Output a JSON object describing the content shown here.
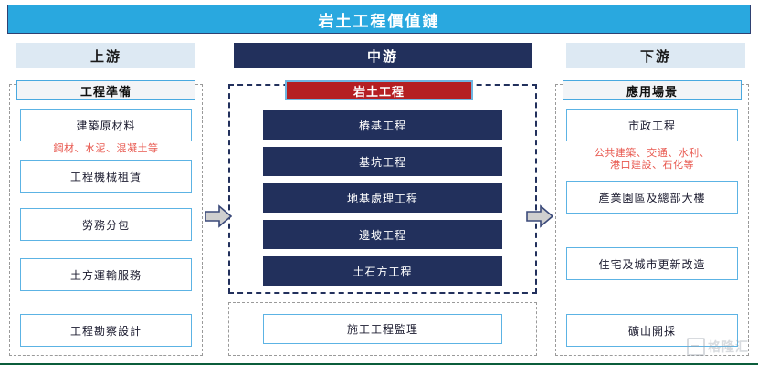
{
  "title": "岩土工程價值鏈",
  "stages": [
    {
      "key": "upstream",
      "label": "上游"
    },
    {
      "key": "midstream",
      "label": "中游"
    },
    {
      "key": "downstream",
      "label": "下游"
    }
  ],
  "upstream": {
    "section_label": "工程準備",
    "items": [
      {
        "label": "建築原材料"
      },
      {
        "label": "工程機械租賃"
      },
      {
        "label": "勞務分包"
      },
      {
        "label": "土方運輸服務"
      },
      {
        "label": "工程勘察設計"
      }
    ],
    "note": "鋼材、水泥、混凝土等"
  },
  "midstream": {
    "section_label": "岩土工程",
    "items": [
      {
        "label": "樁基工程"
      },
      {
        "label": "基坑工程"
      },
      {
        "label": "地基處理工程"
      },
      {
        "label": "邊坡工程"
      },
      {
        "label": "土石方工程"
      }
    ],
    "supervision": {
      "label": "施工工程監理"
    }
  },
  "downstream": {
    "section_label": "應用場景",
    "items": [
      {
        "label": "市政工程"
      },
      {
        "label": "產業園區及總部大樓"
      },
      {
        "label": "住宅及城市更新改造"
      },
      {
        "label": "礦山開採"
      }
    ],
    "note_line1": "公共建築、交通、水利、",
    "note_line2": "港口建設、石化等"
  },
  "connectors": [
    {
      "name": "arrow-upstream-to-midstream"
    },
    {
      "name": "arrow-midstream-to-downstream"
    }
  ],
  "watermark": {
    "text": "格隆汇"
  },
  "colors": {
    "title_bar": "#29a8df",
    "stage_dark": "#22305c",
    "stage_light": "#dde9f3",
    "accent_red": "#b51f22",
    "note_red": "#e8584f",
    "box_border_blue": "#5cb3e4",
    "dashed_gray": "#9a9a9a"
  }
}
